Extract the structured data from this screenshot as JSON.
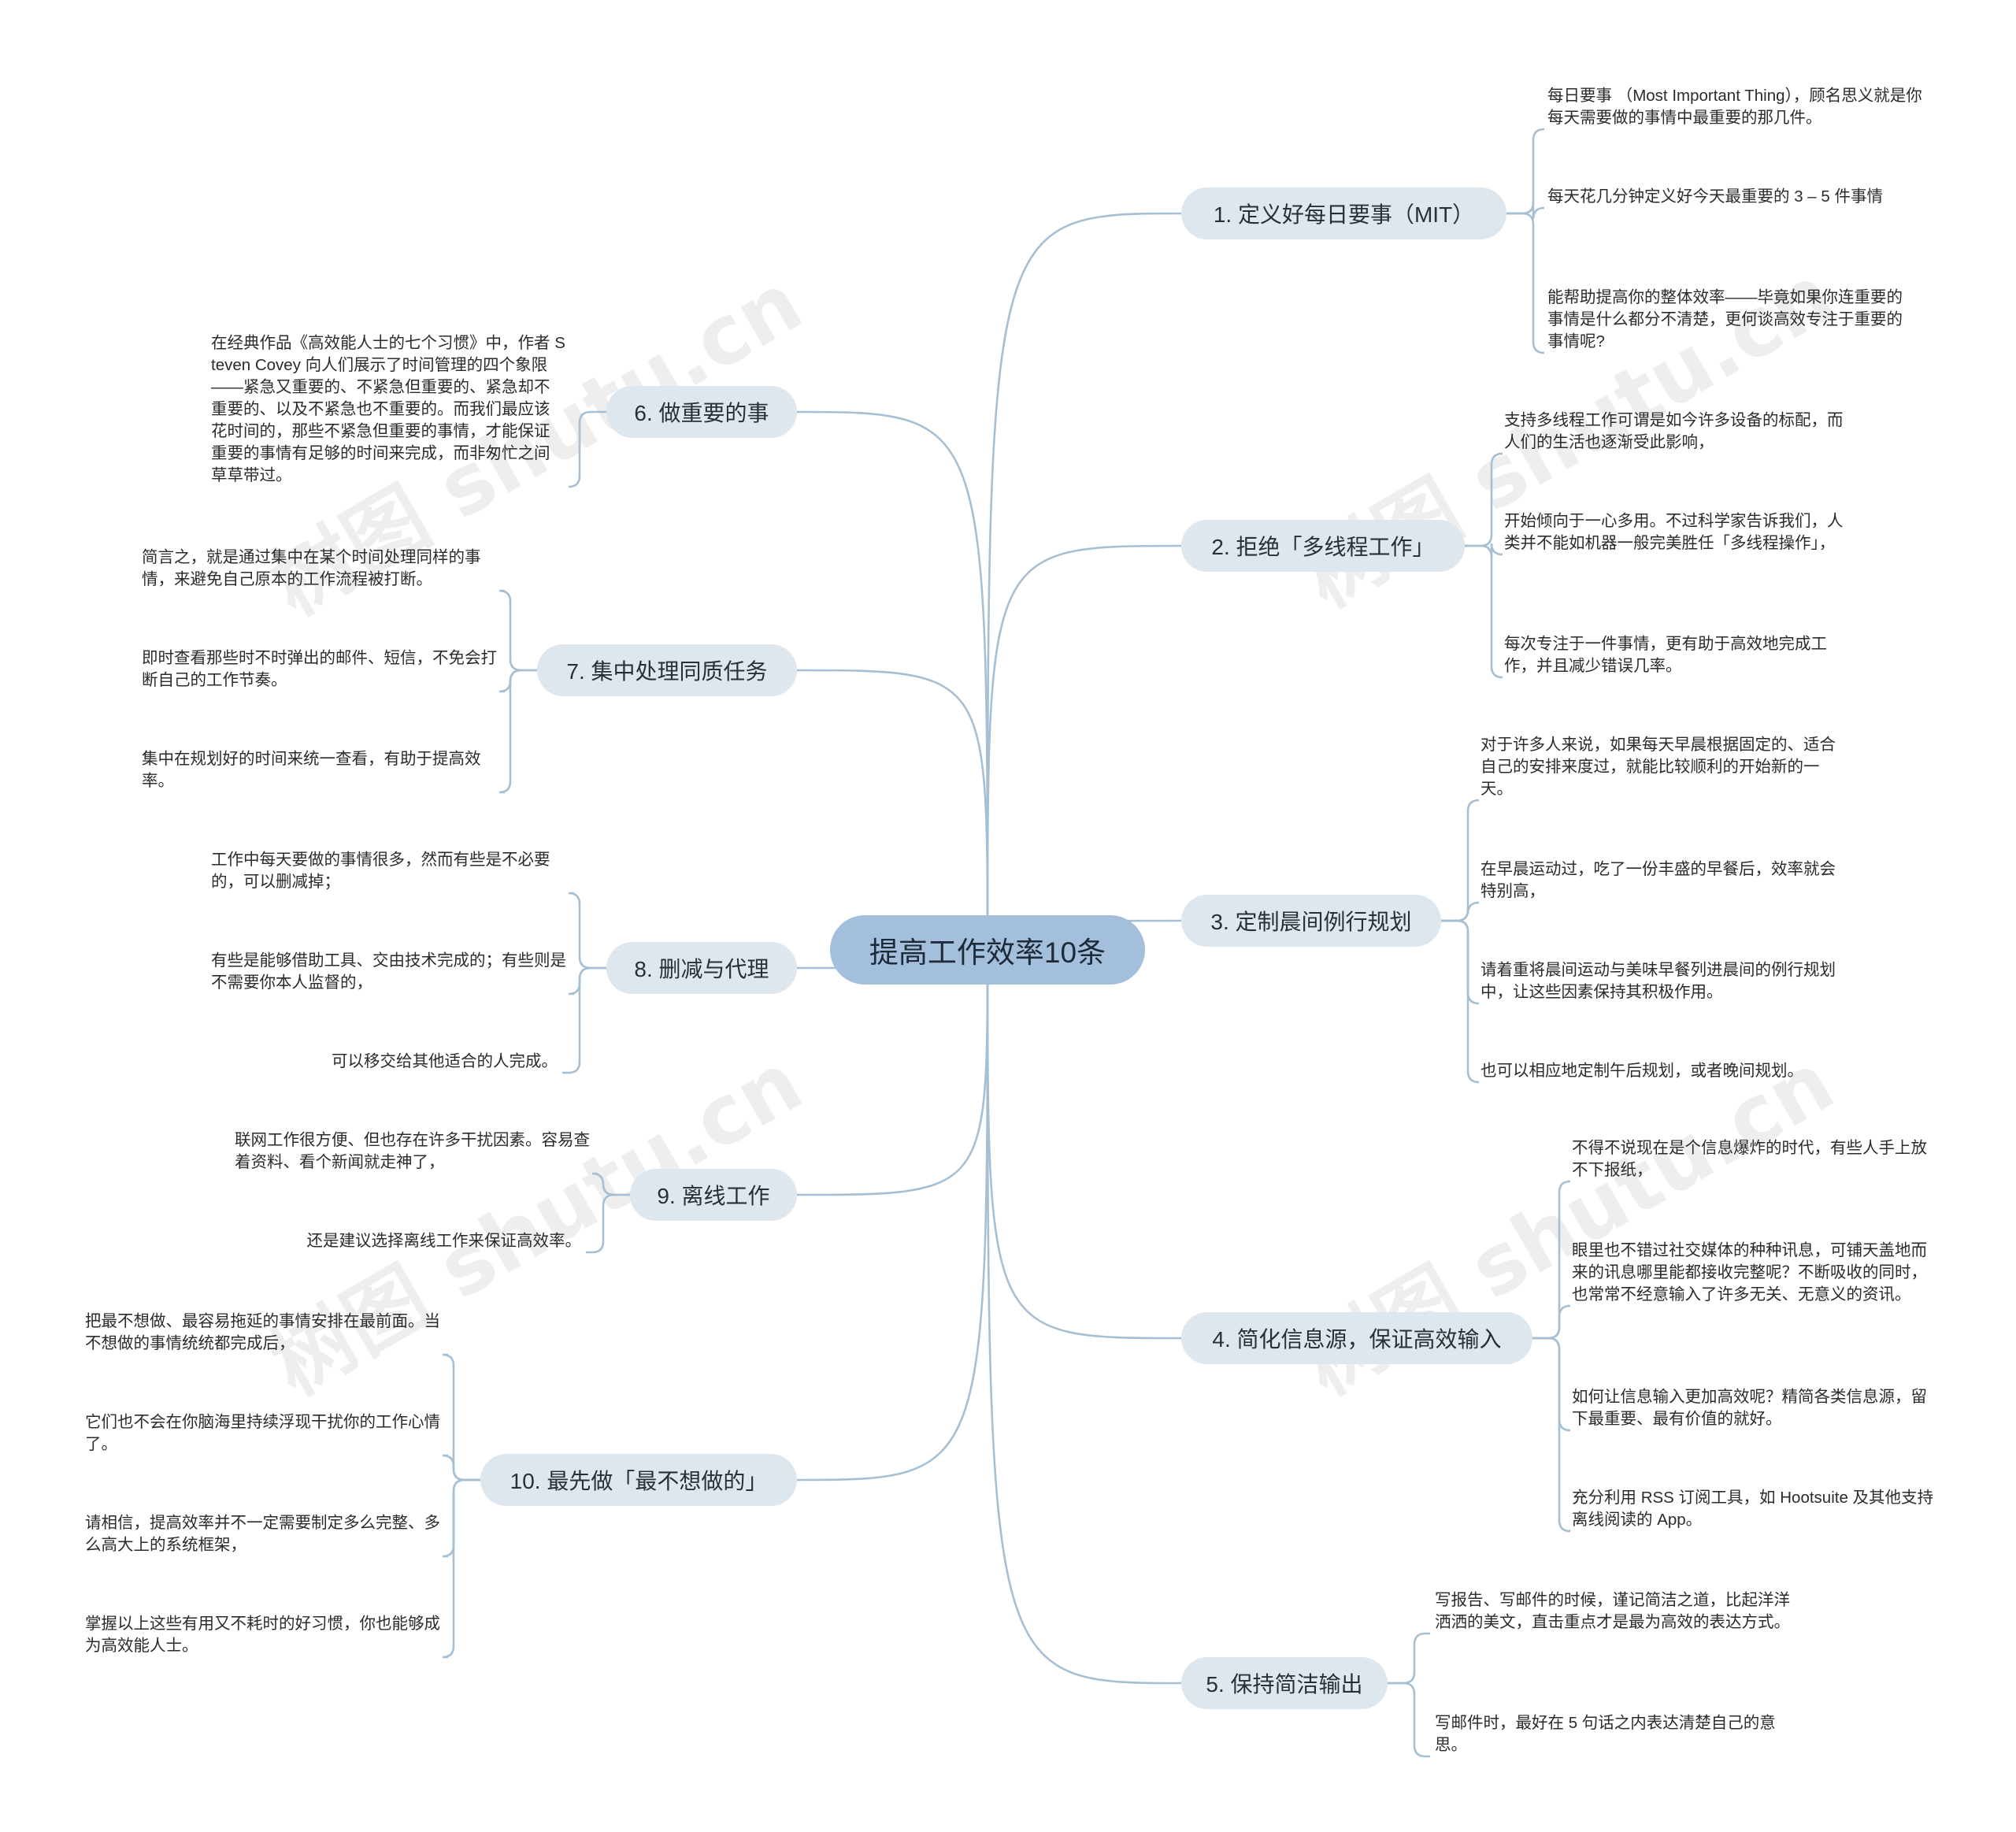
{
  "root": "提高工作效率10条",
  "watermark": "树图 shutu.cn",
  "colors": {
    "root_bg": "#a4bfdc",
    "topic_bg": "#dfe7ee",
    "edge": "#a6bfd3"
  },
  "branches": [
    {
      "label": "1. 定义好每日要事（MIT）",
      "items": [
        "每日要事 （Most Important Thing），顾名思义就是你每天需要做的事情中最重要的那几件。",
        "每天花几分钟定义好今天最重要的 3 – 5 件事情",
        "能帮助提高你的整体效率——毕竟如果你连重要的事情是什么都分不清楚，更何谈高效专注于重要的事情呢?"
      ]
    },
    {
      "label": "2. 拒绝「多线程工作」",
      "items": [
        "支持多线程工作可谓是如今许多设备的标配，而人们的生活也逐渐受此影响，",
        "开始倾向于一心多用。不过科学家告诉我们，人类并不能如机器一般完美胜任「多线程操作」，",
        "每次专注于一件事情，更有助于高效地完成工作，并且减少错误几率。"
      ]
    },
    {
      "label": "3. 定制晨间例行规划",
      "items": [
        "对于许多人来说，如果每天早晨根据固定的、适合自己的安排来度过，就能比较顺利的开始新的一天。",
        "在早晨运动过，吃了一份丰盛的早餐后，效率就会特别高，",
        "请着重将晨间运动与美味早餐列进晨间的例行规划中，让这些因素保持其积极作用。",
        "也可以相应地定制午后规划，或者晚间规划。"
      ]
    },
    {
      "label": "4. 简化信息源，保证高效输入",
      "items": [
        "不得不说现在是个信息爆炸的时代，有些人手上放不下报纸，",
        "眼里也不错过社交媒体的种种讯息，可铺天盖地而来的讯息哪里能都接收完整呢？不断吸收的同时，也常常不经意输入了许多无关、无意义的资讯。",
        "如何让信息输入更加高效呢？精简各类信息源，留下最重要、最有价值的就好。",
        "充分利用 RSS 订阅工具，如 Hootsuite 及其他支持离线阅读的 App。"
      ]
    },
    {
      "label": "5. 保持简洁输出",
      "items": [
        "写报告、写邮件的时候，谨记简洁之道，比起洋洋洒洒的美文，直击重点才是最为高效的表达方式。",
        "写邮件时，最好在 5 句话之内表达清楚自己的意思。"
      ]
    },
    {
      "label": "6. 做重要的事",
      "items": [
        "在经典作品《高效能人士的七个习惯》中，作者 Steven Covey 向人们展示了时间管理的四个象限——紧急又重要的、不紧急但重要的、紧急却不重要的、以及不紧急也不重要的。而我们最应该花时间的，那些不紧急但重要的事情，才能保证重要的事情有足够的时间来完成，而非匆忙之间草草带过。"
      ]
    },
    {
      "label": "7. 集中处理同质任务",
      "items": [
        "简言之，就是通过集中在某个时间处理同样的事情，来避免自己原本的工作流程被打断。",
        "即时查看那些时不时弹出的邮件、短信，不免会打断自己的工作节奏。",
        "集中在规划好的时间来统一查看，有助于提高效率。"
      ]
    },
    {
      "label": "8. 删减与代理",
      "items": [
        "工作中每天要做的事情很多，然而有些是不必要的，可以删减掉；",
        "有些是能够借助工具、交由技术完成的；有些则是不需要你本人监督的，",
        "可以移交给其他适合的人完成。"
      ]
    },
    {
      "label": "9. 离线工作",
      "items": [
        "联网工作很方便、但也存在许多干扰因素。容易查着资料、看个新闻就走神了，",
        "还是建议选择离线工作来保证高效率。"
      ]
    },
    {
      "label": "10. 最先做「最不想做的」",
      "items": [
        "把最不想做、最容易拖延的事情安排在最前面。当不想做的事情统统都完成后，",
        "它们也不会在你脑海里持续浮现干扰你的工作心情了。",
        "请相信，提高效率并不一定需要制定多么完整、多么高大上的系统框架，",
        "掌握以上这些有用又不耗时的好习惯，你也能够成为高效能人士。"
      ]
    }
  ]
}
